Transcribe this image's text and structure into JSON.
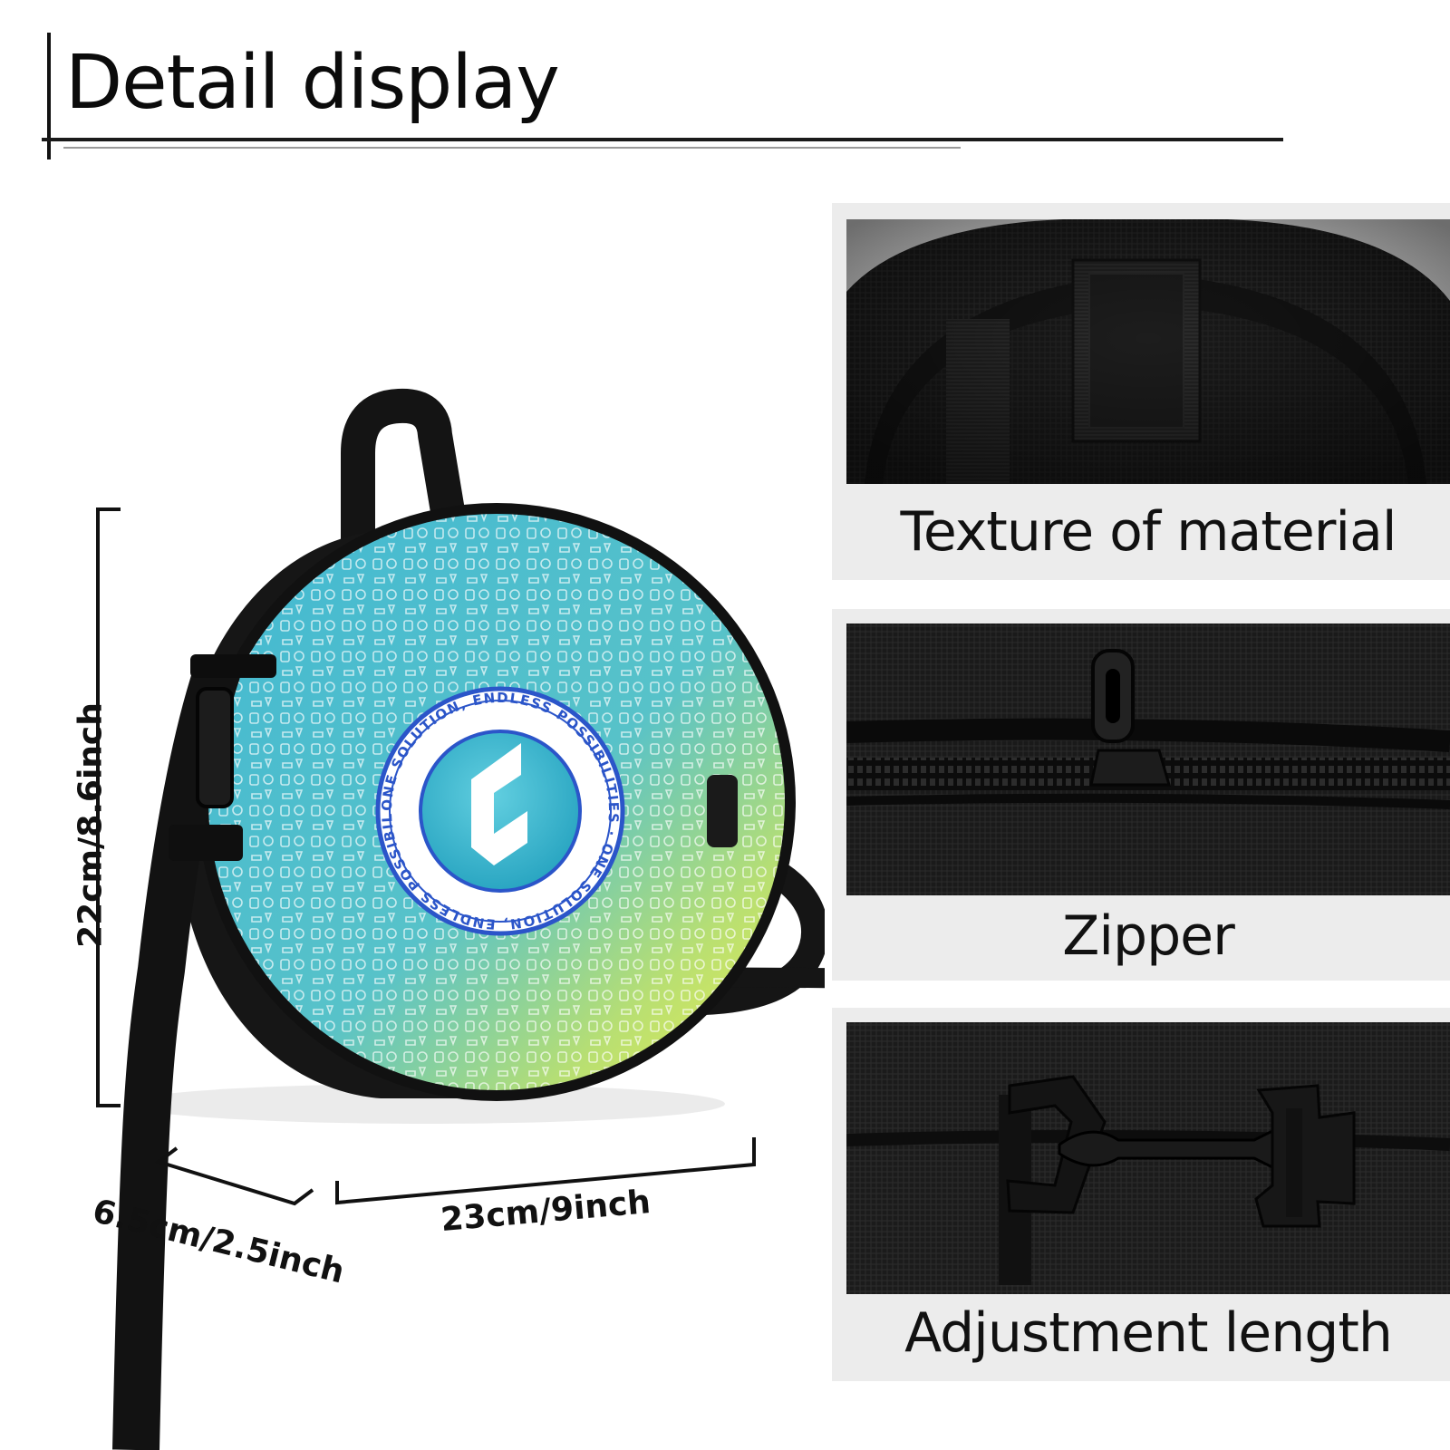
{
  "header": {
    "title": "Detail display"
  },
  "dimensions": {
    "height": "22cm/8.6inch",
    "width": "23cm/9inch",
    "depth": "6.5cm/2.5inch"
  },
  "bag": {
    "badge_text": "ONE SOLUTION, ENDLESS POSSIBILITIES",
    "colors": {
      "teal": "#3fb6cc",
      "yellow": "#e4ee4a",
      "strap": "#121212"
    }
  },
  "details": [
    {
      "caption": "Texture of material"
    },
    {
      "caption": "Zipper"
    },
    {
      "caption": "Adjustment length"
    }
  ]
}
